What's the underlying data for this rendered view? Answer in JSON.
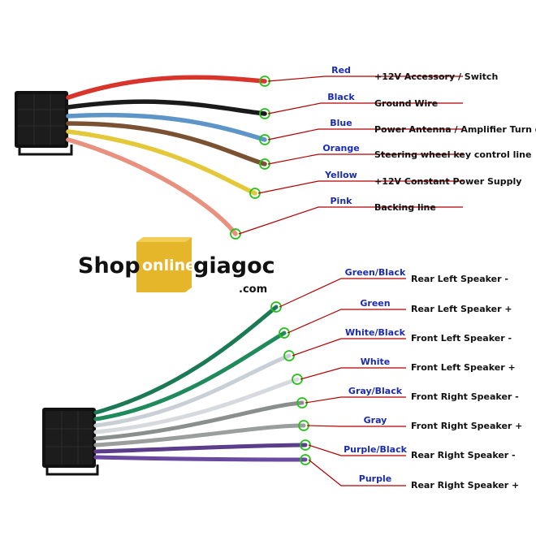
{
  "logo": {
    "word1": "Shop",
    "word2": "online",
    "word3": "giagoc",
    "suffix": ".com"
  },
  "colors": {
    "callout_line": "#b30000",
    "marker_ring": "#27c21b",
    "color_label": "#1a2bb0",
    "connector": "#111111",
    "logo_box": "#e5b52a"
  },
  "top_harness": {
    "wires": [
      {
        "color_name": "Red",
        "description": "+12V  Accessory / Switch",
        "wire_hex": "#d8342c"
      },
      {
        "color_name": "Black",
        "description": "Ground Wire",
        "wire_hex": "#1a1a1a"
      },
      {
        "color_name": "Blue",
        "description": "Power Antenna / Amplifier Turn on",
        "wire_hex": "#5e95c9"
      },
      {
        "color_name": "Orange",
        "description": "Steering wheel key control line",
        "wire_hex": "#7a5232"
      },
      {
        "color_name": "Yellow",
        "description": "+12V Constant Power Supply",
        "wire_hex": "#e3c93a"
      },
      {
        "color_name": "Pink",
        "description": "Backing line",
        "wire_hex": "#e9917f"
      }
    ]
  },
  "bottom_harness": {
    "wires": [
      {
        "color_name": "Green/Black",
        "description": "Rear Left Speaker -",
        "wire_hex": "#1b7a55"
      },
      {
        "color_name": "Green",
        "description": "Rear Left Speaker +",
        "wire_hex": "#1f8a5c"
      },
      {
        "color_name": "White/Black",
        "description": "Front Left Speaker -",
        "wire_hex": "#c9cfd6"
      },
      {
        "color_name": "White",
        "description": "Front Left Speaker +",
        "wire_hex": "#d6dade"
      },
      {
        "color_name": "Gray/Black",
        "description": "Front Right Speaker -",
        "wire_hex": "#8a8f8d"
      },
      {
        "color_name": "Gray",
        "description": "Front Right Speaker +",
        "wire_hex": "#9a9e9c"
      },
      {
        "color_name": "Purple/Black",
        "description": "Rear Right Speaker -",
        "wire_hex": "#5b3d8c"
      },
      {
        "color_name": "Purple",
        "description": "Rear Right Speaker +",
        "wire_hex": "#6a4aa0"
      }
    ]
  }
}
